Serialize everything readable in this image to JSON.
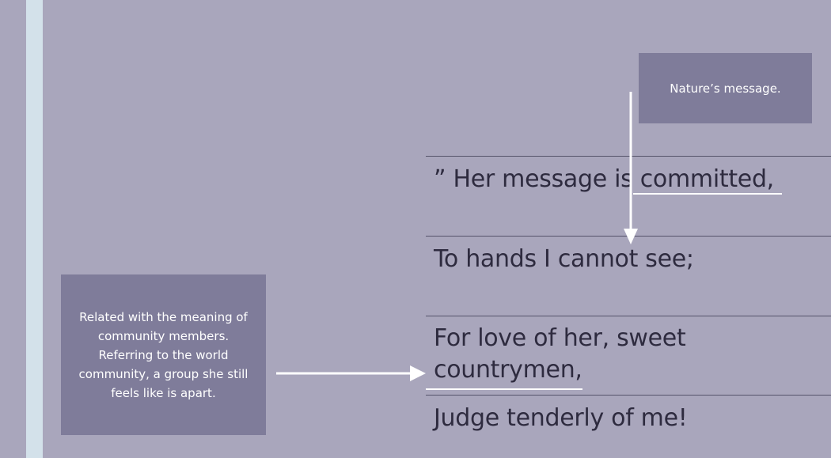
{
  "poem": {
    "lines": [
      "” Her message is committed,",
      "To hands I cannot see;",
      "For love of her, sweet",
      "countrymen,",
      "Judge tenderly of me!"
    ]
  },
  "annotations": {
    "top_note": "Nature’s message.",
    "left_note": [
      "Related with the meaning of",
      "community members.",
      "Referring to the world",
      "community, a group she still",
      "feels like is apart."
    ]
  },
  "colors": {
    "background": "#a9a6bc",
    "stripe": "#d3e1ea",
    "note_box": "#7f7c9a",
    "text": "#2e2b3f",
    "arrow": "#ffffff"
  }
}
